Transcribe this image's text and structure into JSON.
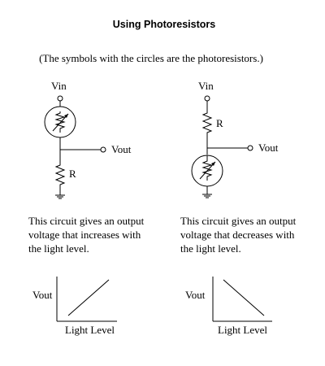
{
  "title": "Using Photoresistors",
  "note": "(The symbols with the circles are the photoresistors.)",
  "circuits": [
    {
      "vin_label": "Vin",
      "vout_label": "Vout",
      "resistor_label": "R",
      "description": [
        "This circuit gives an output",
        "voltage that increases with",
        "the light level."
      ],
      "graph": {
        "ylabel": "Vout",
        "xlabel": "Light Level",
        "trend": "increasing"
      }
    },
    {
      "vin_label": "Vin",
      "vout_label": "Vout",
      "resistor_label": "R",
      "description": [
        "This circuit gives an output",
        "voltage that decreases with",
        "the light level."
      ],
      "graph": {
        "ylabel": "Vout",
        "xlabel": "Light Level",
        "trend": "decreasing"
      }
    }
  ],
  "colors": {
    "line": "#000000",
    "background": "#ffffff"
  }
}
